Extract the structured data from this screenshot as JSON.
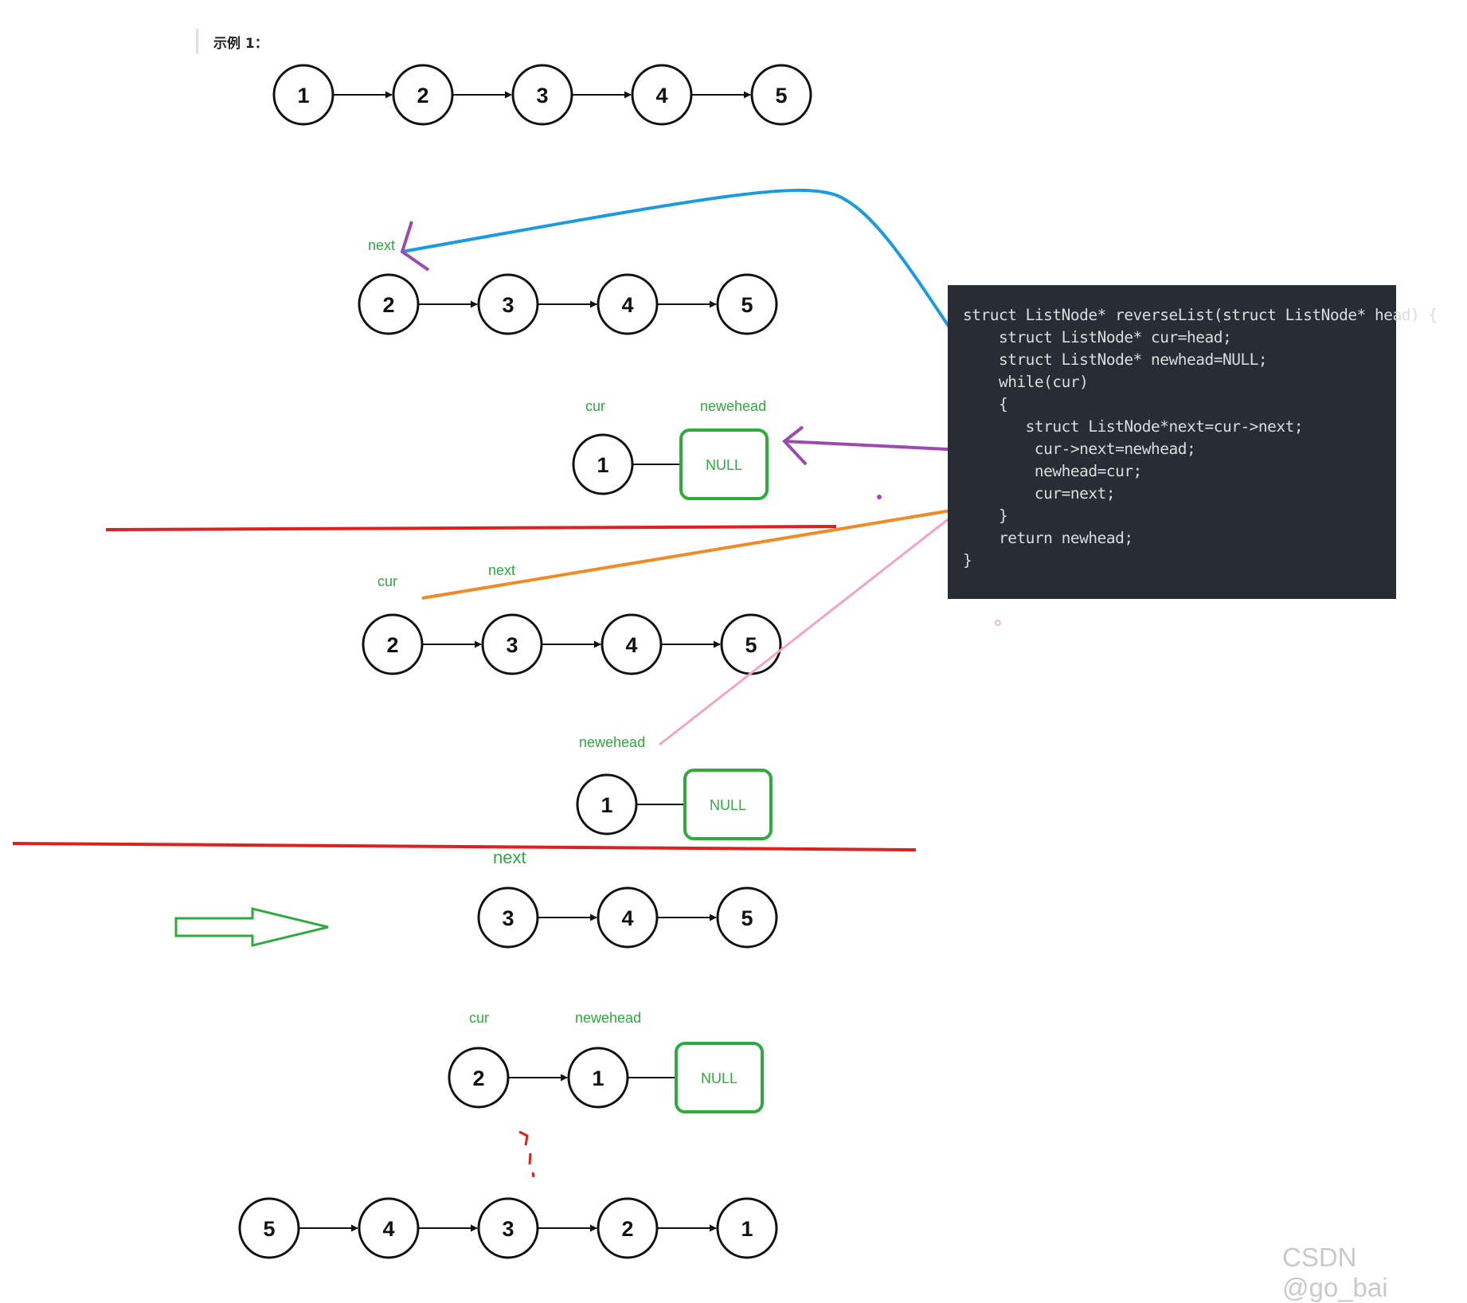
{
  "example_title": "示例 1：",
  "rows": [
    {
      "id": "row-original",
      "nodes": [
        "1",
        "2",
        "3",
        "4",
        "5"
      ]
    },
    {
      "id": "row-step1-rest",
      "nodes": [
        "2",
        "3",
        "4",
        "5"
      ]
    },
    {
      "id": "row-step1-reversed",
      "nodes": [
        "1"
      ],
      "terminal": "NULL"
    },
    {
      "id": "row-step2-rest",
      "nodes": [
        "2",
        "3",
        "4",
        "5"
      ]
    },
    {
      "id": "row-step2-reversed",
      "nodes": [
        "1"
      ],
      "terminal": "NULL"
    },
    {
      "id": "row-step3-rest",
      "nodes": [
        "3",
        "4",
        "5"
      ]
    },
    {
      "id": "row-step3-reversed",
      "nodes": [
        "2",
        "1"
      ],
      "terminal": "NULL"
    },
    {
      "id": "row-final",
      "nodes": [
        "5",
        "4",
        "3",
        "2",
        "1"
      ]
    }
  ],
  "labels": {
    "next_1": "next",
    "cur_1": "cur",
    "newhead_1": "newehead",
    "cur_2": "cur",
    "next_2": "next",
    "newhead_2": "newehead",
    "next_3": "next",
    "cur_3": "cur",
    "newhead_3": "newehead"
  },
  "code": [
    "struct ListNode* reverseList(struct ListNode* head) {",
    "    struct ListNode* cur=head;",
    "    struct ListNode* newhead=NULL;",
    "    while(cur)",
    "    {",
    "       struct ListNode*next=cur->next;",
    "        cur->next=newhead;",
    "        newhead=cur;",
    "        cur=next;",
    "    }",
    "    return newhead;",
    "}"
  ],
  "watermark": "CSDN @go_bai",
  "colors": {
    "null_box": "#2eaa3e",
    "label": "#2eaa3e",
    "separator": "#e02020",
    "anno_blue": "#1a9be0",
    "anno_purple": "#9b4bb0",
    "anno_pink": "#f4a3c8",
    "anno_red": "#e02020",
    "anno_orange": "#f08a24",
    "big_arrow": "#2eaa3e"
  }
}
